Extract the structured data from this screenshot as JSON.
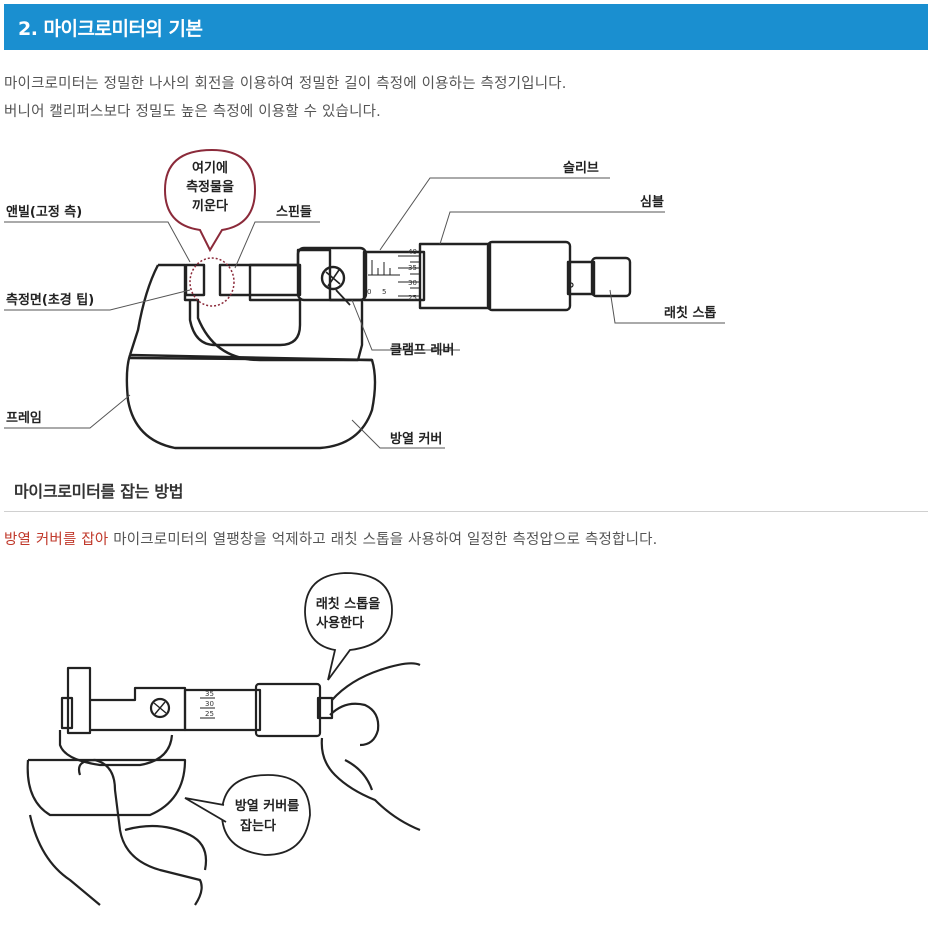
{
  "section": {
    "title": "2. 마이크로미터의 기본"
  },
  "intro": {
    "line1": "마이크로미터는 정밀한 나사의 회전을 이용하여 정밀한 길이 측정에 이용하는 측정기입니다.",
    "line2": "버니어 캘리퍼스보다 정밀도 높은 측정에 이용할 수 있습니다."
  },
  "diagram": {
    "bubble_lines": [
      "여기에",
      "측정물을",
      "끼운다"
    ],
    "labels": {
      "anvil": "앤빌(고정 측)",
      "face": "측정면(초경 팁)",
      "frame": "프레임",
      "spindle": "스핀들",
      "sleeve": "슬리브",
      "thimble": "심블",
      "ratchet": "래칫 스톱",
      "clamp": "클램프 레버",
      "cover": "방열 커버"
    },
    "thimble_ticks": [
      "40",
      "35",
      "30",
      "25"
    ],
    "sleeve_ticks": [
      "0",
      "5"
    ]
  },
  "grip": {
    "heading": "마이크로미터를 잡는 방법",
    "highlight": "방열 커버를 잡아",
    "rest": " 마이크로미터의 열팽창을 억제하고 래칫 스톱을 사용하여 일정한 측정압으로 측정합니다.",
    "bubble1": [
      "래칫 스톱을",
      "사용한다"
    ],
    "bubble2": [
      "방열 커버를",
      "잡는다"
    ],
    "ticks": [
      "35",
      "30",
      "25"
    ]
  }
}
